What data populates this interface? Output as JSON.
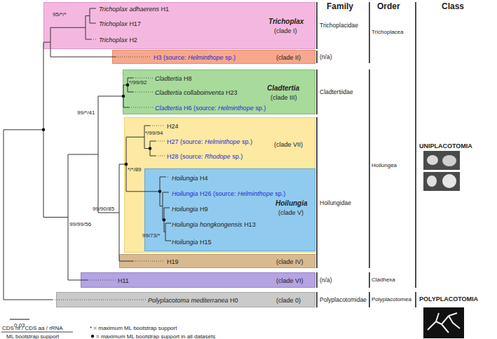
{
  "diagram": {
    "nodes": [
      {
        "text": [
          "Trichoplax adhaerens H1",
          "Trichoplax H17",
          "Trichoplax H2",
          "Trichoplax",
          "(clade I)"
        ]
      },
      {
        "text": [
          "H3 (source: Helminthope sp.)",
          "(clade II)"
        ]
      },
      {
        "text": [
          "Cladtertia H8",
          "Cladtertia collaboinventa H23",
          "Cladtertia H6 (source: Helminthope sp.)",
          "Cladtertia",
          "(clade III)"
        ]
      },
      {
        "text": [
          "H24",
          "H27 (source: Helminthope sp.)",
          "H28 (source: Rhodope sp.)",
          "(clade VII)"
        ]
      },
      {
        "text": [
          "Hoilungia H4",
          "Hoilungia H26 (source: Helminthope sp.)",
          "Hoilungia H9",
          "Hoilungia hongkongensis H13",
          "Hoilungia H15",
          "Hoilungia",
          "(clade V)"
        ],
        "in": 3
      },
      {
        "text": [
          "H19",
          "(clade IV)"
        ]
      },
      {
        "text": [
          "H11",
          "(clade VI)"
        ]
      },
      {
        "text": [
          "Polyplacotoma mediterranea H0",
          "(clade 0)"
        ]
      }
    ],
    "labels": [
      "95/*/*",
      "*/99/92",
      "*/99/94",
      "*/*/89",
      "99/73/*",
      "99/*/41",
      "99/90/85",
      "99/99/56",
      "Family",
      "Order",
      "Class",
      "Trichoplacidae",
      "(n/a)",
      "Cladtertiidae",
      "Hoilungidae",
      "(n/a)",
      "Polyplacotomidae",
      "Trichoplacea",
      "Hoilungea",
      "Cladhexa",
      "Polyplacotomea",
      "UNIPLACOTOMIA",
      "POLYPLACOTOMIA",
      "0.03",
      "CDS nt / CDS aa / rRNA",
      "ML bootstrap support"
    ],
    "legend": [
      {
        "text": "* = maximum ML bootstrap support"
      },
      {
        "text": "= maximum ML bootstrap support in all datasets"
      }
    ]
  }
}
